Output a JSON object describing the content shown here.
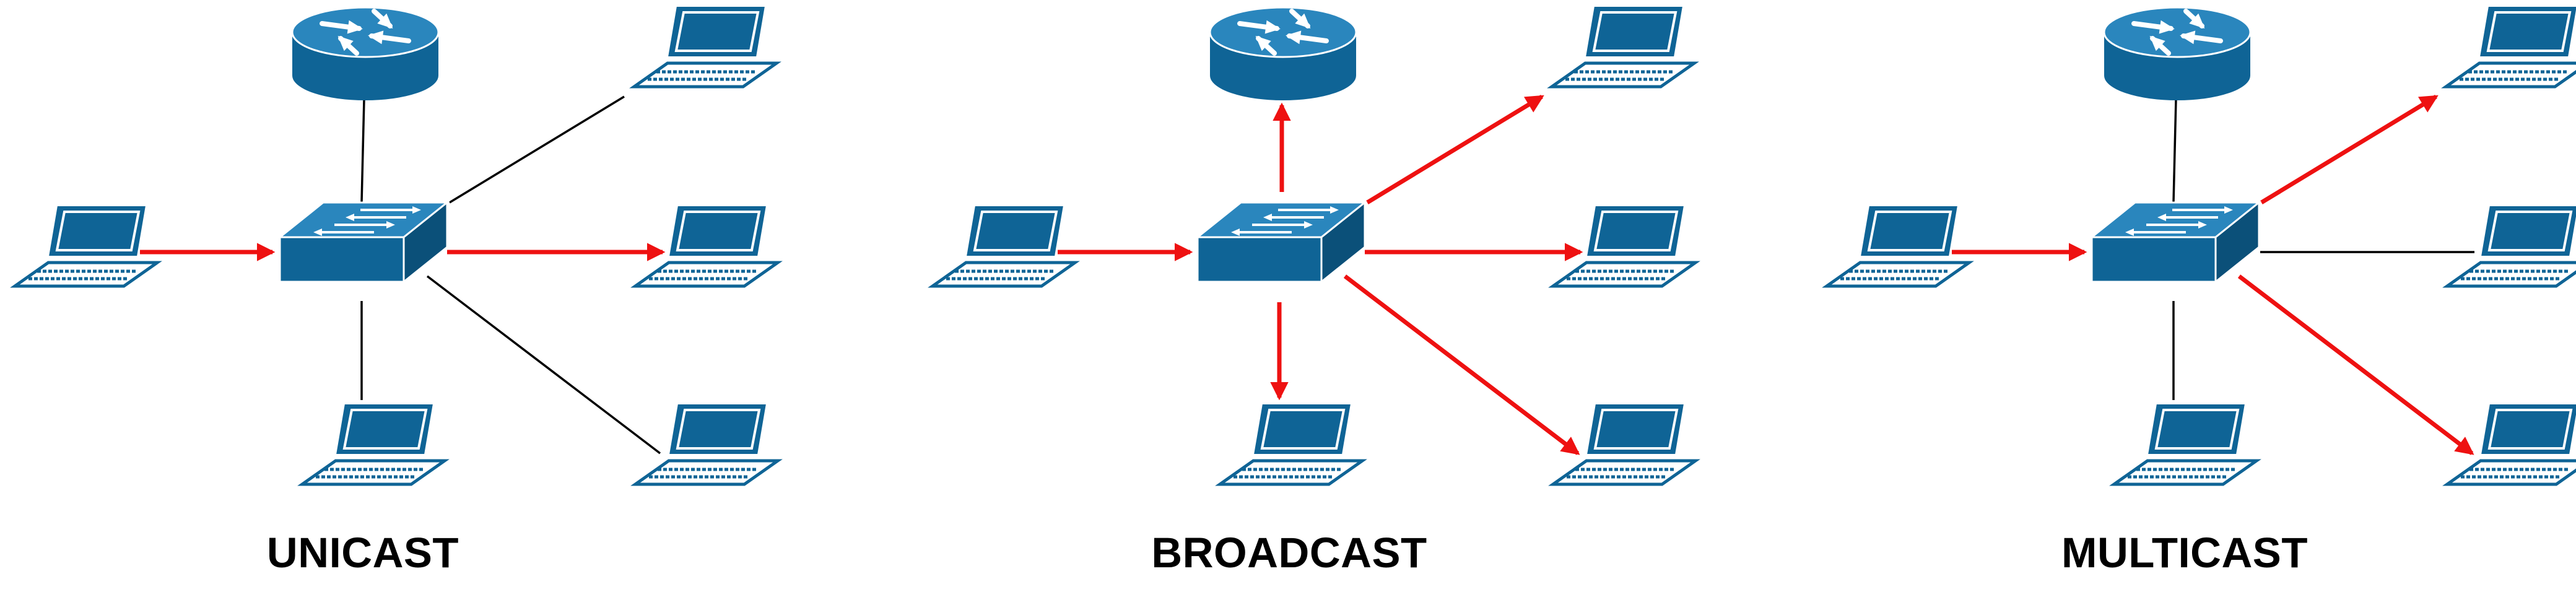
{
  "panels": [
    {
      "id": "unicast",
      "title": "UNICAST",
      "flows": {
        "router": "link",
        "pc-top-right": "link",
        "pc-mid-right": "traffic",
        "pc-bottom-right": "link",
        "pc-bottom": "link"
      }
    },
    {
      "id": "broadcast",
      "title": "BROADCAST",
      "flows": {
        "router": "traffic",
        "pc-top-right": "traffic",
        "pc-mid-right": "traffic",
        "pc-bottom-right": "traffic",
        "pc-bottom": "traffic"
      }
    },
    {
      "id": "multicast",
      "title": "MULTICAST",
      "flows": {
        "router": "link",
        "pc-top-right": "traffic",
        "pc-mid-right": "link",
        "pc-bottom-right": "traffic",
        "pc-bottom": "link"
      }
    }
  ],
  "colors": {
    "device": "#0f6496",
    "device_top": "#2a86bd",
    "device_side": "#0b5079",
    "traffic_arrow": "#ee1111",
    "link_line": "#000000"
  },
  "icons": [
    "router-icon",
    "switch-icon",
    "laptop-icon"
  ]
}
